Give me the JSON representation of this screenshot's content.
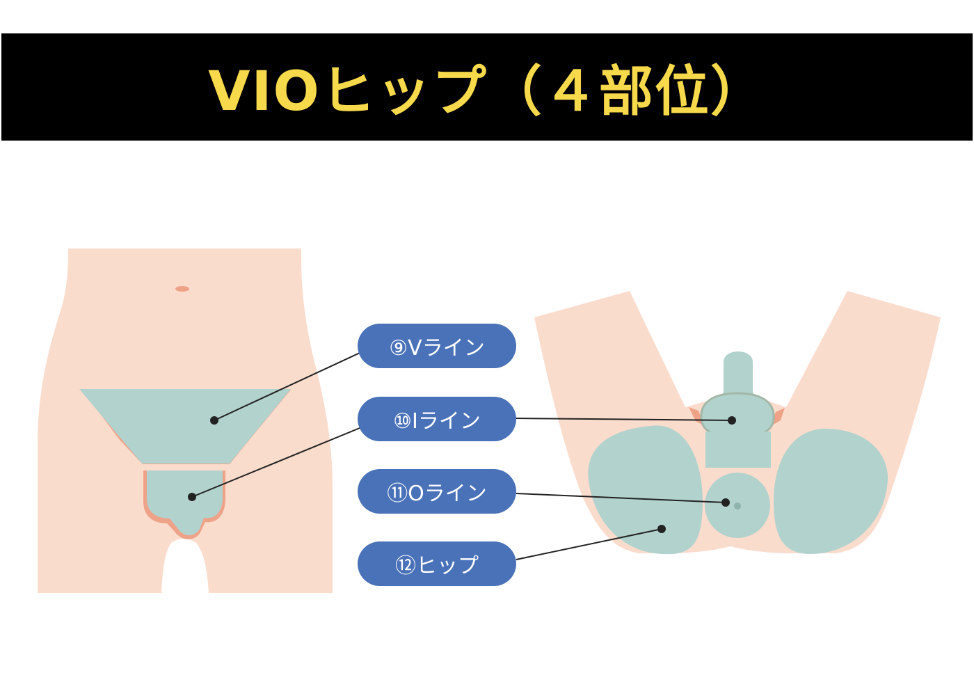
{
  "title": "VIOヒップ（４部位）",
  "labels": [
    {
      "id": "v-line",
      "text": "⑨Vライン"
    },
    {
      "id": "i-line",
      "text": "⑩Iライン"
    },
    {
      "id": "o-line",
      "text": "⑪Oライン"
    },
    {
      "id": "hip",
      "text": "⑫ヒップ"
    }
  ],
  "colors": {
    "title_bg": "#000000",
    "title_text": "#f7d94c",
    "skin": "#fadccd",
    "skin_shadow": "#eea389",
    "highlight": "#b2d2cd",
    "label_bg": "#4a72b8",
    "label_text": "#ffffff",
    "leader_line": "#222222"
  }
}
